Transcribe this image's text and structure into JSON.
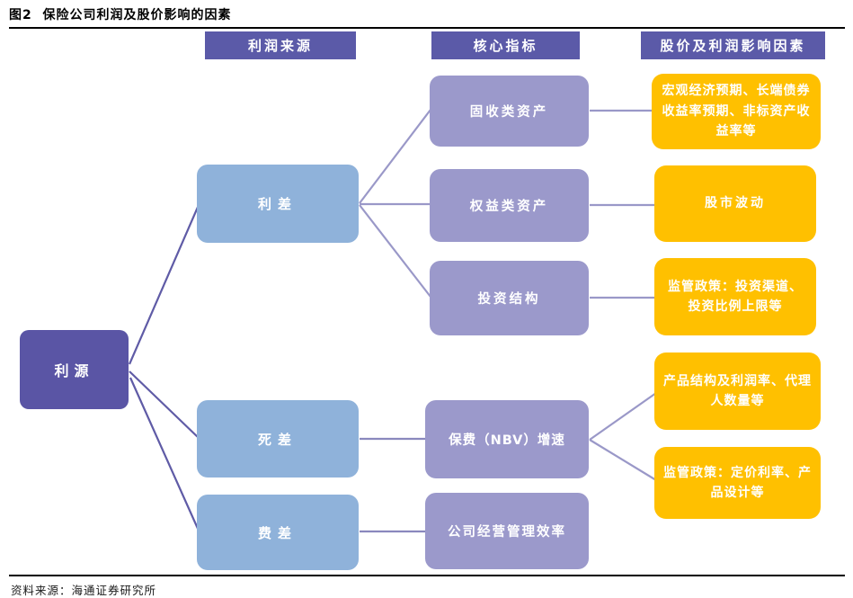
{
  "figure": {
    "title": "图2  保险公司利润及股价影响的因素",
    "source": "资料来源：海通证券研究所"
  },
  "headers": {
    "profit_source": "利润来源",
    "core_indicator": "核心指标",
    "price_factors": "股价及利润影响因素"
  },
  "nodes": {
    "liyuan": "利源",
    "licha": "利差",
    "sicha": "死差",
    "feicha": "费差",
    "fixed_income": "固收类资产",
    "equity": "权益类资产",
    "invest_structure": "投资结构",
    "nbv_growth": "保费（NBV）增速",
    "efficiency": "公司经营管理效率",
    "macro": "宏观经济预期、长端债券收益率预期、非标资产收益率等",
    "stock_volatility": "股市波动",
    "regulation_invest": "监管政策：投资渠道、投资比例上限等",
    "product": "产品结构及利润率、代理人数量等",
    "regulation_pricing": "监管政策：定价利率、产品设计等"
  },
  "colors": {
    "header_bg": "#5b5aa8",
    "root_bg": "#5a55a5",
    "blue_bg": "#8fb2da",
    "purple_bg": "#9b99cb",
    "yellow_bg": "#ffc000",
    "line_left": "#5f5ba6",
    "line_right": "#9a98c8",
    "text": "#ffffff"
  }
}
